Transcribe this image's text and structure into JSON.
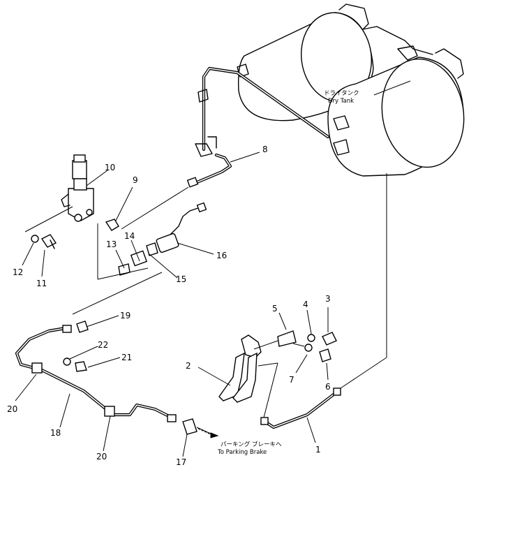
{
  "callouts": {
    "c1": "1",
    "c2": "2",
    "c3": "3",
    "c4": "4",
    "c5": "5",
    "c6": "6",
    "c7": "7",
    "c8": "8",
    "c9": "9",
    "c10": "10",
    "c11": "11",
    "c12": "12",
    "c13": "13",
    "c14": "14",
    "c15": "15",
    "c16": "16",
    "c17": "17",
    "c18": "18",
    "c19": "19",
    "c20a": "20",
    "c20b": "20",
    "c21": "21",
    "c22": "22"
  },
  "notes": {
    "dry_tank_jp": "ドライタンク",
    "dry_tank_en": "Dry Tank",
    "parking_brake_jp": "パーキング ブレーキへ",
    "parking_brake_en": "To Parking Brake"
  }
}
